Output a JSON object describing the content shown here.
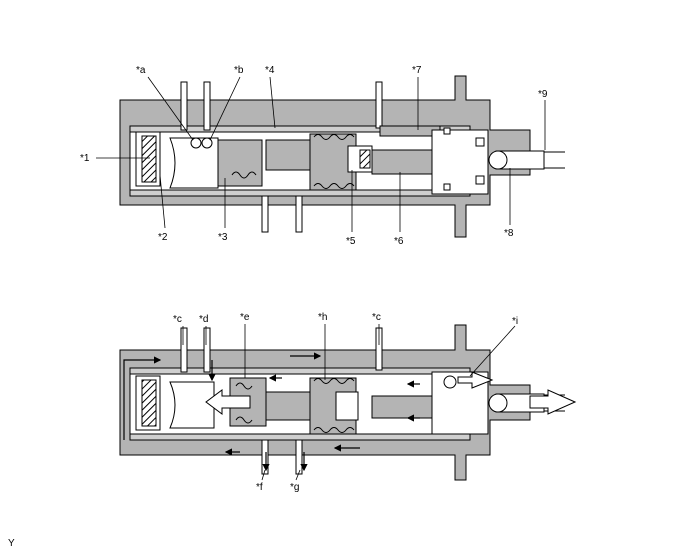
{
  "labels": {
    "l1": "*1",
    "l2": "*2",
    "l3": "*3",
    "l4": "*4",
    "l5": "*5",
    "l6": "*6",
    "l7": "*7",
    "l8": "*8",
    "l9": "*9",
    "la": "*a",
    "lb": "*b",
    "lc1": "*c",
    "lc2": "*c",
    "ld": "*d",
    "le": "*e",
    "lf": "*f",
    "lg": "*g",
    "lh": "*h",
    "li": "*i"
  },
  "figure_id": "Y",
  "colors": {
    "housing": "#b4b4b4",
    "outline": "#000000",
    "fluid": "#cfcfcf",
    "background": "#ffffff"
  }
}
